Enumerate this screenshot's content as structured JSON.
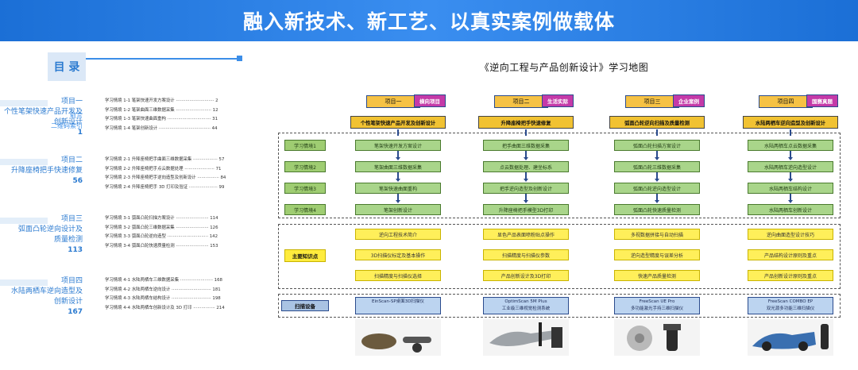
{
  "banner": {
    "title": "融入新技术、新工艺、以真实案例做载体"
  },
  "toc": {
    "header": "目 录",
    "front": [
      "前言",
      "二维码索引"
    ],
    "units": [
      {
        "title_lines": [
          "项目一",
          "个性笔架快速产品开发及",
          "创新设计"
        ],
        "page": "1",
        "lessons": [
          "学习情境 1-1  笔架快速开发方案设计 ···························· 2",
          "学习情境 1-2  笔架曲面三维数据采集 ·························· 12",
          "学习情境 1-3  笔架快速曲面重构 ································ 31",
          "学习情境 1-4  笔架创新设计 ······································ 44"
        ]
      },
      {
        "title_lines": [
          "项目二",
          "升降座椅把手快速修复"
        ],
        "page": "56",
        "lessons": [
          "学习情境 2-1  升降座椅把手曲面三维数据采集 ·················· 57",
          "学习情境 2-2  升降座椅把手点云数据处理 ······················ 71",
          "学习情境 2-3  升降座椅把手逆向造型及创新设计 ················ 84",
          "学习情境 2-4  升降座椅把手 3D 打印及验证 ····················· 99"
        ]
      },
      {
        "title_lines": [
          "项目三",
          "弧面凸轮逆向设计及",
          "质量检测"
        ],
        "page": "113",
        "lessons": [
          "学习情境 3-1  弧面凸轮扫描方案设计 ························ 114",
          "学习情境 3-2  弧面凸轮三维数据采集 ························ 126",
          "学习情境 3-3  弧面凸轮逆向造型 ······························ 142",
          "学习情境 3-4  弧面凸轮快速质量检测 ························ 153"
        ]
      },
      {
        "title_lines": [
          "项目四",
          "水陆两栖车逆向造型及",
          "创新设计"
        ],
        "page": "167",
        "lessons": [
          "学习情境 4-1  水陆两栖车三维数据采集 ························ 168",
          "学习情境 4-2  水陆两栖车逆向设计 ····························· 181",
          "学习情境 4-3  水陆两栖车结构设计 ····························· 198",
          "学习情境 4-4  水陆两栖车创新设计及 3D 打印 ················ 214"
        ]
      }
    ]
  },
  "map": {
    "title": "《逆向工程与产品创新设计》学习地图",
    "scenario_labels": [
      "学习情境1",
      "学习情境2",
      "学习情境3",
      "学习情境4"
    ],
    "knowledge_label": "主要知识点",
    "device_label": "扫描设备",
    "projects": [
      {
        "name": "项目一",
        "tag": "横向项目",
        "title": "个性笔架快速产品开发及创新设计",
        "scenarios": [
          "笔架快速开发方案设计",
          "笔架曲面三维数据采集",
          "笔架快速曲面重构",
          "笔架创新设计"
        ],
        "knowledge": [
          "逆向工程技术简介",
          "3D扫描仪标定及基本操作",
          "扫描精度与扫描仪选择"
        ],
        "device": [
          "EinScan-SP桌面3D扫描仪"
        ]
      },
      {
        "name": "项目二",
        "tag": "生活实际",
        "title": "升降座椅把手快速修复",
        "scenarios": [
          "把手曲面三维数据采集",
          "点云数据处理、建坐标系",
          "把手逆向造型及创新设计",
          "升降座椅把手模型3D打印"
        ],
        "knowledge": [
          "显色产品表面喷粉贴点操作",
          "扫描精度与扫描仪参数",
          "产品创新设计及3D打印"
        ],
        "device": [
          "OptimScan 5M Plus",
          "工业级三维视觉检测系统"
        ]
      },
      {
        "name": "项目三",
        "tag": "企业案例",
        "title": "弧面凸轮逆向扫描及质量检测",
        "scenarios": [
          "弧面凸轮扫描方案设计",
          "弧面凸轮三维数据采集",
          "弧面凸轮逆向造型设计",
          "弧面凸轮快速质量检测"
        ],
        "knowledge": [
          "多视数据拼接与自动扫描",
          "逆向造型精度与误差分析",
          "快速产品质量检测"
        ],
        "device": [
          "FreeScan UE Pro",
          "多功能激光手持三维扫描仪"
        ]
      },
      {
        "name": "项目四",
        "tag": "国赛真题",
        "title": "水陆两栖车逆向造型及创新设计",
        "scenarios": [
          "水陆两栖车点云数据采集",
          "水陆两栖车逆向造型设计",
          "水陆两栖车结构设计",
          "水陆两栖车创新设计"
        ],
        "knowledge": [
          "逆向曲面造型设计技巧",
          "产品结构设计原则及重点",
          "产品创新设计原则及重点"
        ],
        "device": [
          "FreeScan COMBO EP",
          "双光源多功能三维扫描仪"
        ]
      }
    ]
  }
}
